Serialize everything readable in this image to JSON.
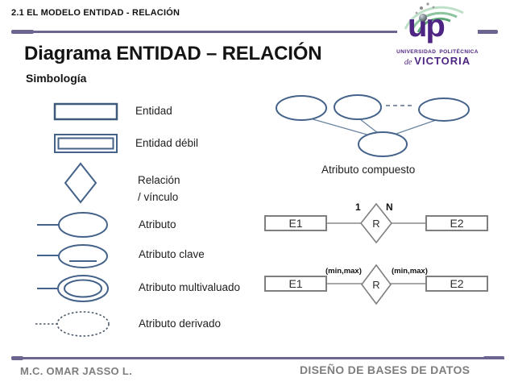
{
  "slide": {
    "header": {
      "section": "2.1 EL MODELO ENTIDAD - RELACIÓN"
    },
    "title": "Diagrama ENTIDAD – RELACIÓN",
    "subtitle": "Simbología",
    "logo": {
      "monogram": "up",
      "line1_left": "UNIVERSIDAD",
      "line1_right": "POLITÉCNICA",
      "line2_script": "de",
      "line2_main": "VICTORIA"
    },
    "symbols": [
      {
        "shape": "rectangle",
        "label": "Entidad"
      },
      {
        "shape": "double-rectangle",
        "label": "Entidad débil"
      },
      {
        "shape": "diamond",
        "label": "Relación\n/ vínculo"
      },
      {
        "shape": "ellipse",
        "label": "Atributo"
      },
      {
        "shape": "ellipse-underline",
        "label": "Atributo clave"
      },
      {
        "shape": "double-ellipse",
        "label": "Atributo multivaluado"
      },
      {
        "shape": "dashed-ellipse",
        "label": "Atributo derivado"
      }
    ],
    "composite": {
      "label": "Atributo compuesto"
    },
    "relation_1n": {
      "e1": "E1",
      "relation": "R",
      "e2": "E2",
      "left_cardinality": "1",
      "right_cardinality": "N"
    },
    "relation_minmax": {
      "e1": "E1",
      "relation": "R",
      "e2": "E2",
      "left_cardinality": "(min,max)",
      "right_cardinality": "(min,max)"
    },
    "footer": {
      "author": "M.C. OMAR JASSO L.",
      "course": "DISEÑO DE BASES DE DATOS"
    },
    "colors": {
      "accent_rule": "#6c6590",
      "shape_blue": "#44628a",
      "diagram_gray": "#7f7f7f",
      "footer_text": "#7e7e7e",
      "logo_purple": "#4e2583",
      "logo_green": "#5ea877"
    }
  }
}
